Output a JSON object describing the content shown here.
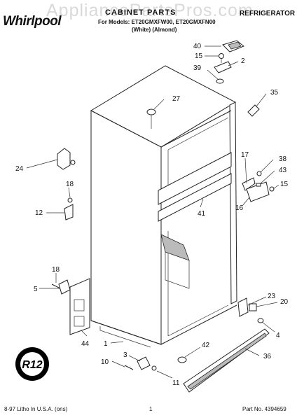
{
  "header": {
    "watermark": "AppliancePartsPros.com",
    "brand": "Whirlpool",
    "title": "CABINET PARTS",
    "model_line": "For Models: ET20GMXFW00, ET20GMXFN00",
    "color_line": "(White)            (Almond)",
    "category": "REFRIGERATOR"
  },
  "badge": "R12",
  "callouts": {
    "c1": "1",
    "c2": "2",
    "c3": "3",
    "c4": "4",
    "c5": "5",
    "c10": "10",
    "c11": "11",
    "c12": "12",
    "c15a": "15",
    "c15b": "15",
    "c16": "16",
    "c17": "17",
    "c18a": "18",
    "c18b": "18",
    "c20": "20",
    "c23": "23",
    "c24": "24",
    "c27": "27",
    "c35": "35",
    "c36": "36",
    "c38": "38",
    "c39": "39",
    "c40": "40",
    "c41": "41",
    "c42": "42",
    "c43": "43",
    "c44": "44"
  },
  "footer": {
    "left": "8-97 Litho In U.S.A. (ons)",
    "page": "1",
    "part_no": "Part No. 4394659"
  }
}
